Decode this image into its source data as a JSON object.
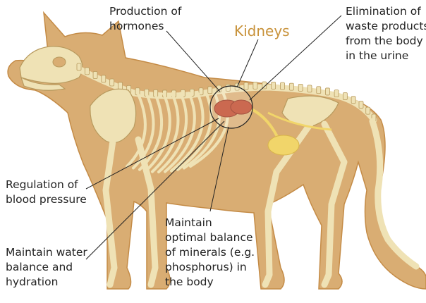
{
  "title": "Kidneys",
  "labels": {
    "hormones": "Production of\nhormones",
    "waste": "Elimination of\nwaste products\nfrom the body\nin the urine",
    "blood_pressure": "Regulation of\nblood pressure",
    "water": "Maintain water\nbalance and\nhydration",
    "minerals": "Maintain\noptimal balance\nof minerals (e.g.\nphosphorus) in\nthe body"
  },
  "colors": {
    "body": "#d9ad73",
    "body_outline": "#c48b46",
    "bone": "#efe2b5",
    "bone_outline": "#b89a5e",
    "kidney": "#c0482a",
    "ureter": "#f1d56a",
    "leader_line": "#222222",
    "title": "#c8923a"
  }
}
